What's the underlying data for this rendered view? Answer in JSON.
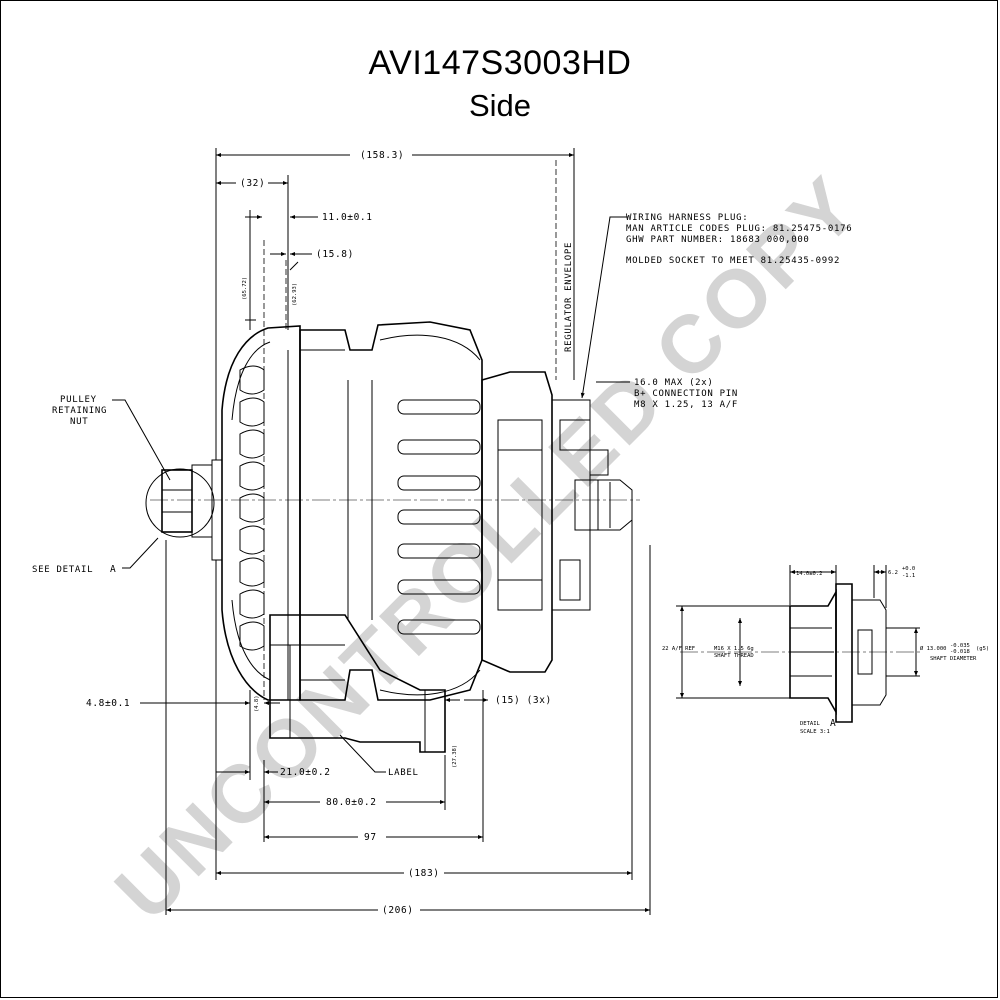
{
  "title": "AVI147S3003HD",
  "view": "Side",
  "watermark": "UNCONTROLLED COPY",
  "dimensions": {
    "overall_1583": "(158.3)",
    "d32": "(32)",
    "d11": "11.0±0.1",
    "d158": "(15.8)",
    "d48": "4.8±0.1",
    "d15x3": "(15) (3x)",
    "d21": "21.0±0.2",
    "d80": "80.0±0.2",
    "d97": "97",
    "d183": "(183)",
    "d206": "(206)"
  },
  "notes": {
    "wiring_1": "WIRING HARNESS PLUG:",
    "wiring_2": "MAN ARTICLE CODES PLUG:  81.25475-0176",
    "wiring_3": "GHW PART NUMBER:  18683 000,000",
    "molded": "MOLDED SOCKET TO MEET 81.25435-0992",
    "regulator": "REGULATOR ENVELOPE",
    "bplus_1": "16.0 MAX (2x)",
    "bplus_2": "B+ CONNECTION PIN",
    "bplus_3": "M8 X 1.25, 13 A/F",
    "pulley_1": "PULLEY",
    "pulley_2": "RETAINING",
    "pulley_3": "NUT",
    "see_detail": "SEE DETAIL",
    "detail_letter": "A",
    "label": "LABEL"
  },
  "detail": {
    "w14": "14.0±0.2",
    "w62": "6.2",
    "tol_up": "+0.0",
    "tol_dn": "-1.1",
    "af": "22 A/F REF",
    "thread_1": "M16 X 1.5 6g",
    "thread_2": "SHAFT THREAD",
    "dia_1": "Ø 13.000",
    "dia_tol_1": "-0.035",
    "dia_tol_2": "-0.018",
    "dia_g": "(g5)",
    "dia_2": "SHAFT DIAMETER",
    "caption_1": "DETAIL",
    "caption_letter": "A",
    "caption_2": "SCALE  3:1"
  },
  "small_labels": {
    "v1": "(65.72)",
    "v2": "(62.93)",
    "v3": "(4.8)",
    "v4": "(27.38)"
  }
}
